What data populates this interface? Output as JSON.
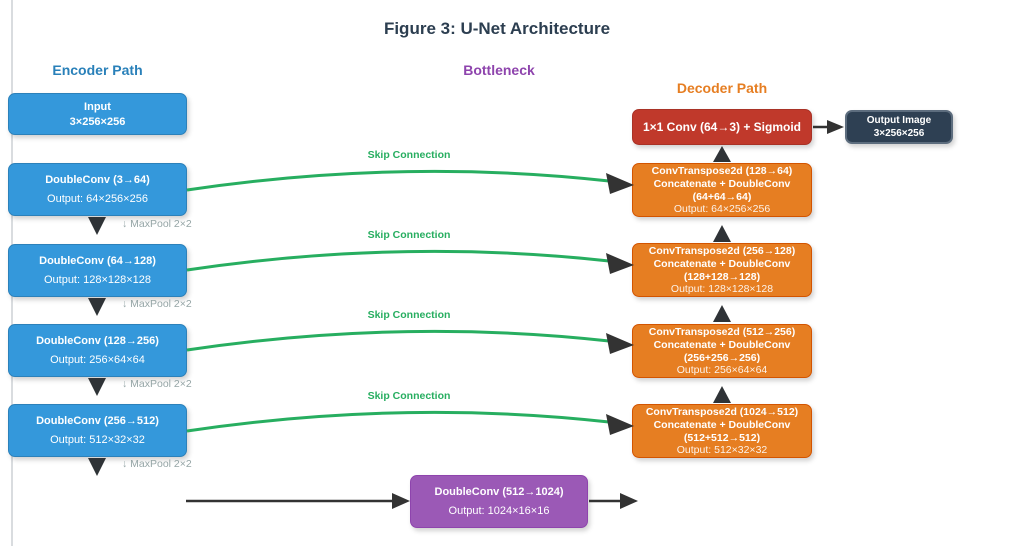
{
  "title": "Figure 3: U-Net Architecture",
  "headers": {
    "encoder": "Encoder Path",
    "bottleneck": "Bottleneck",
    "decoder": "Decoder Path"
  },
  "labels": {
    "skip": "Skip Connection",
    "maxpool": "↓ MaxPool 2×2"
  },
  "encoder": {
    "input": {
      "line1": "Input",
      "line2": "3×256×256"
    },
    "blocks": [
      {
        "title": "DoubleConv (3→64)",
        "output": "Output: 64×256×256"
      },
      {
        "title": "DoubleConv (64→128)",
        "output": "Output: 128×128×128"
      },
      {
        "title": "DoubleConv (128→256)",
        "output": "Output: 256×64×64"
      },
      {
        "title": "DoubleConv (256→512)",
        "output": "Output: 512×32×32"
      }
    ]
  },
  "bottleneck": {
    "block": {
      "title": "DoubleConv (512→1024)",
      "output": "Output: 1024×16×16"
    }
  },
  "decoder": {
    "blocks": [
      {
        "line1": "ConvTranspose2d (128→64)",
        "line2": "Concatenate + DoubleConv",
        "line3": "(64+64→64)",
        "line4": "Output: 64×256×256"
      },
      {
        "line1": "ConvTranspose2d (256→128)",
        "line2": "Concatenate + DoubleConv",
        "line3": "(128+128→128)",
        "line4": "Output: 128×128×128"
      },
      {
        "line1": "ConvTranspose2d (512→256)",
        "line2": "Concatenate + DoubleConv",
        "line3": "(256+256→256)",
        "line4": "Output: 256×64×64"
      },
      {
        "line1": "ConvTranspose2d (1024→512)",
        "line2": "Concatenate + DoubleConv",
        "line3": "(512+512→512)",
        "line4": "Output: 512×32×32"
      }
    ],
    "final_conv": "1×1 Conv (64→3) + Sigmoid",
    "output_box": {
      "line1": "Output Image",
      "line2": "3×256×256"
    }
  },
  "colors": {
    "encoder_blue": "#3498db",
    "decoder_orange": "#e67e22",
    "bottleneck_purple": "#9b59b6",
    "final_red": "#c0392b",
    "output_dark": "#2e4053",
    "skip_green": "#27ae60",
    "title_navy": "#2c3e50",
    "arrow_dark": "#333333"
  }
}
